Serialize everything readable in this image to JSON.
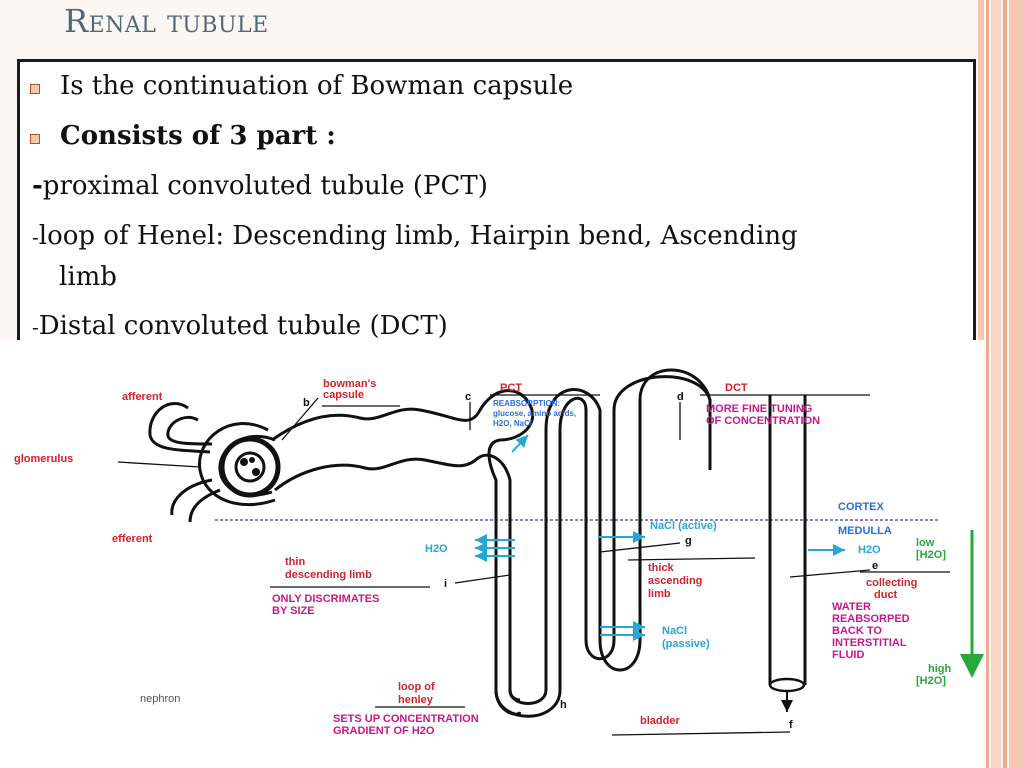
{
  "slide": {
    "title": "Renal tubule"
  },
  "content": {
    "bullet1": "Is the continuation of Bowman capsule",
    "bullet2": "Consists of 3 part :",
    "line3_dash": "-",
    "line3": "proximal convoluted tubule (PCT)",
    "line4_dash": "-",
    "line4": "loop of Henel: Descending limb, Hairpin bend, Ascending",
    "line4b": "limb",
    "line5_dash": "-",
    "line5": "Distal convoluted tubule (DCT)"
  },
  "diagram": {
    "afferent": "afferent",
    "glomerulus": "glomerulus",
    "efferent": "efferent",
    "bowmans_1": "bowman's",
    "bowmans_2": "capsule",
    "pct": "PCT",
    "reabs_1": "REABSORPTION:",
    "reabs_2": "glucose, amino acids,",
    "reabs_3": "H2O, NaCl",
    "dct": "DCT",
    "fine_1": "MORE FINE TUNING",
    "fine_2": "OF CONCENTRATION",
    "cortex": "CORTEX",
    "medulla": "MEDULLA",
    "thin_1": "thin",
    "thin_2": "descending limb",
    "only_1": "ONLY DISCRIMATES",
    "only_2": "BY SIZE",
    "h2o_left": "H2O",
    "nacl_active": "NaCl (active)",
    "thick_1": "thick",
    "thick_2": "ascending",
    "thick_3": "limb",
    "nacl_passive_1": "NaCl",
    "nacl_passive_2": "(passive)",
    "h2o_right": "H2O",
    "low_1": "low",
    "low_2": "[H2O]",
    "collect_1": "collecting",
    "collect_2": "duct",
    "water_1": "WATER",
    "water_2": "REABSORPED",
    "water_3": "BACK TO",
    "water_4": "INTERSTITIAL",
    "water_5": "FLUID",
    "high_1": "high",
    "high_2": "[H2O]",
    "nephron": "nephron",
    "loop_1": "loop of",
    "loop_2": "henley",
    "sets_1": "SETS UP CONCENTRATION",
    "sets_2": "GRADIENT OF H2O",
    "bladder": "bladder",
    "b": "b",
    "c": "c",
    "d": "d",
    "e": "e",
    "f": "f",
    "g": "g",
    "h": "h",
    "i": "i"
  },
  "colors": {
    "title": "#4d6a78",
    "bullet": "#c44a1e",
    "red_label": "#d2222a",
    "blue_label": "#2b6fd6",
    "cyan_arrow": "#25a7d9",
    "magenta": "#c5198a",
    "green": "#27a83a"
  }
}
